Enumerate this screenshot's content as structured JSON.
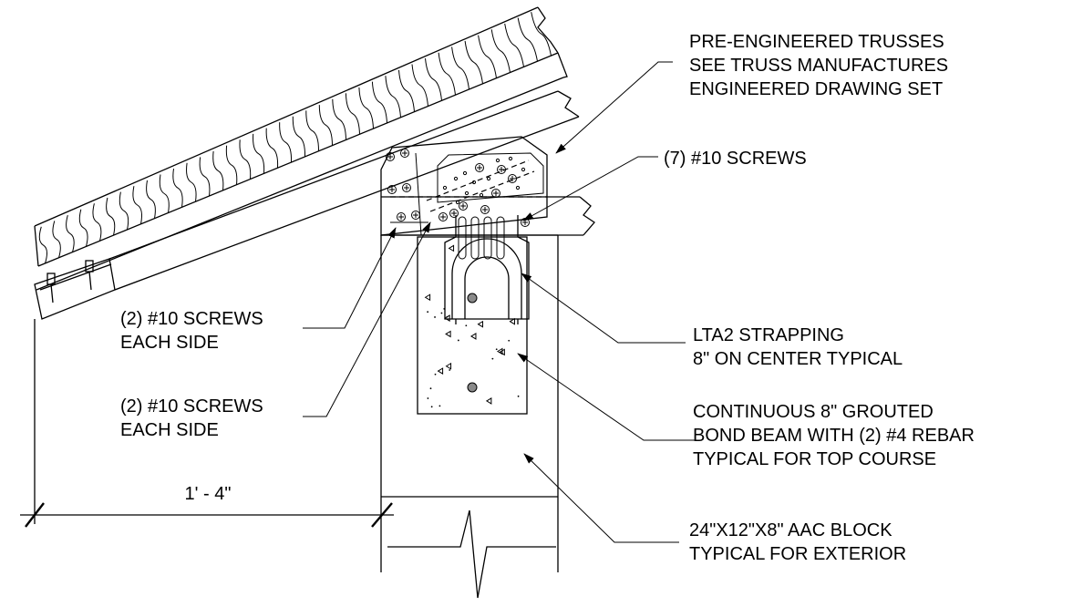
{
  "callouts": {
    "trusses": [
      "PRE-ENGINEERED TRUSSES",
      "SEE TRUSS MANUFACTURES",
      "ENGINEERED DRAWING SET"
    ],
    "screws_top": [
      "(7) #10 SCREWS"
    ],
    "screws_side_1": [
      "(2) #10 SCREWS",
      "EACH SIDE"
    ],
    "screws_side_2": [
      "(2) #10 SCREWS",
      "EACH SIDE"
    ],
    "strapping": [
      "LTA2 STRAPPING",
      "8\" ON CENTER TYPICAL"
    ],
    "bond_beam": [
      "CONTINUOUS 8\" GROUTED",
      "BOND BEAM WITH (2) #4 REBAR",
      "TYPICAL FOR TOP COURSE"
    ],
    "block": [
      "24\"X12\"X8\" AAC BLOCK",
      "TYPICAL FOR EXTERIOR"
    ]
  },
  "dimension": {
    "overhang": "1' - 4\""
  },
  "colors": {
    "line": "#000000",
    "rebar": "#8a8a8a",
    "background": "#ffffff"
  }
}
